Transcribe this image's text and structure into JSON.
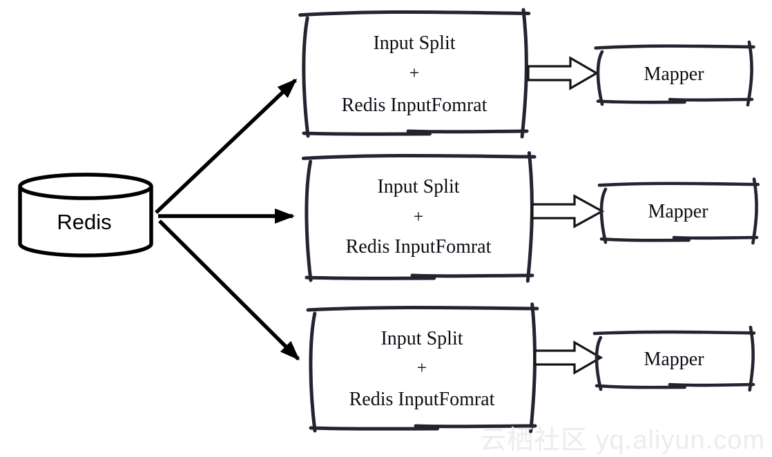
{
  "diagram": {
    "source_label": "Redis",
    "rows": [
      {
        "split_lines": [
          "Input Split",
          "+",
          "Redis InputFomrat"
        ],
        "mapper_label": "Mapper"
      },
      {
        "split_lines": [
          "Input Split",
          "+",
          "Redis InputFomrat"
        ],
        "mapper_label": "Mapper"
      },
      {
        "split_lines": [
          "Input Split",
          "+",
          "Redis InputFomrat"
        ],
        "mapper_label": "Mapper"
      }
    ],
    "watermark": "云栖社区 yq.aliyun.com",
    "colors": {
      "ink": "#000000",
      "sketch_stroke": "#272230",
      "hollow_arrow_stroke": "#141414",
      "watermark": "#ececec",
      "background": "#ffffff"
    }
  }
}
